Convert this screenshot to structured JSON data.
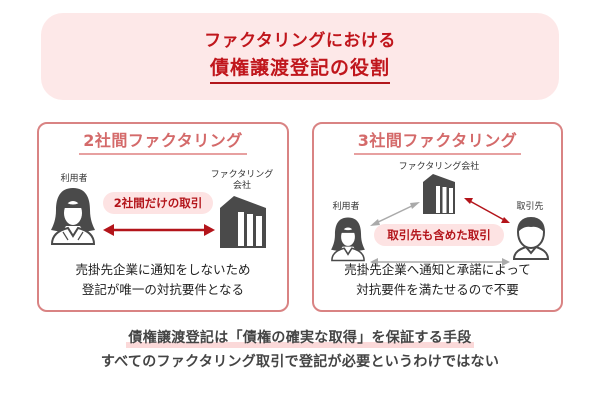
{
  "header": {
    "title_line1": "ファクタリングにおける",
    "title_line2": "債権譲渡登記の役割"
  },
  "two_party": {
    "title": "2社間ファクタリング",
    "user_label": "利用者",
    "factoring_label_line1": "ファクタリング",
    "factoring_label_line2": "会社",
    "transaction_pill": "2社間だけの取引",
    "description_line1": "売掛先企業に通知をしないため",
    "description_line2": "登記が唯一の対抗要件となる"
  },
  "three_party": {
    "title": "3社間ファクタリング",
    "factoring_label": "ファクタリング会社",
    "user_label": "利用者",
    "counterparty_label": "取引先",
    "transaction_pill": "取引先も含めた取引",
    "description_line1": "売掛先企業へ通知と承諾によって",
    "description_line2": "対抗要件を満たせるので不要"
  },
  "summary": {
    "line1": "債権譲渡登記は「債権の確実な取得」を保証する手段",
    "line2": "すべてのファクタリング取引で登記が必要というわけではない"
  },
  "colors": {
    "accent_red": "#c0161c",
    "title_bg": "#fde8e8",
    "card_border": "#d98383",
    "card_title": "#d46a6a",
    "pill_bg": "#fde3e3",
    "icon_gray": "#4a4a4a",
    "arrow_gray": "#aaaaaa",
    "arrow_red": "#b3141a"
  }
}
